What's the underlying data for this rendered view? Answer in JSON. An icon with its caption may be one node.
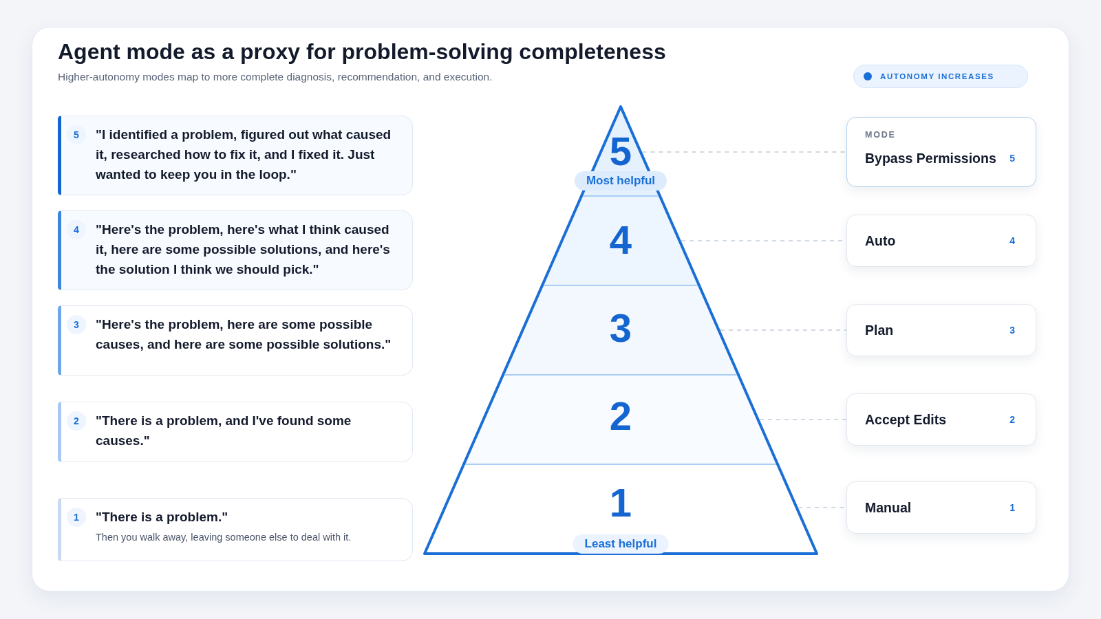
{
  "diagram": {
    "title": "Agent mode as a proxy for problem-solving completeness",
    "nodes": [
      {
        "text": [
          "5",
          "\"I identified a problem, figured out what caused it, researched how to fix it, and I fixed it. Just wanted to keep you in the loop.\""
        ]
      },
      {
        "text": [
          "4",
          "\"Here's the problem, here's what I think caused it, here are some possible solutions, and here's the solution I think we should pick.\""
        ]
      },
      {
        "text": [
          "3",
          "\"Here's the problem, here are some possible causes, and here are some possible solutions.\""
        ]
      },
      {
        "text": [
          "2",
          "\"There is a problem, and I've found some causes.\""
        ]
      },
      {
        "text": [
          "1",
          "\"There is a problem.\"",
          "Then you walk away, leaving someone else to deal with it."
        ]
      },
      {
        "text": [
          "5"
        ]
      },
      {
        "text": [
          "4"
        ]
      },
      {
        "text": [
          "3"
        ]
      },
      {
        "text": [
          "2"
        ]
      },
      {
        "text": [
          "1"
        ]
      },
      {
        "text": [
          "Most helpful"
        ]
      },
      {
        "text": [
          "Least helpful"
        ],
        "in": 9
      },
      {
        "text": [
          "MODE",
          "Bypass Permissions",
          "5"
        ]
      },
      {
        "text": [
          "Auto",
          "4"
        ]
      },
      {
        "text": [
          "Plan",
          "3"
        ]
      },
      {
        "text": [
          "Accept Edits",
          "2"
        ]
      },
      {
        "text": [
          "Manual",
          "1"
        ]
      }
    ],
    "edges": [
      {
        "from": 5,
        "to": 12,
        "arrow": "none",
        "style": "dashed"
      },
      {
        "from": 6,
        "to": 13,
        "arrow": "none",
        "style": "dashed"
      },
      {
        "from": 7,
        "to": 14,
        "arrow": "none",
        "style": "dashed"
      },
      {
        "from": 8,
        "to": 15,
        "arrow": "none",
        "style": "dashed"
      },
      {
        "from": 9,
        "to": 16,
        "arrow": "none",
        "style": "dashed"
      }
    ],
    "labels": [
      "Higher-autonomy modes map to more complete diagnosis, recommendation, and execution."
    ],
    "legend": [
      {
        "text": "AUTONOMY INCREASES",
        "color": "#1a6fd6"
      }
    ]
  }
}
